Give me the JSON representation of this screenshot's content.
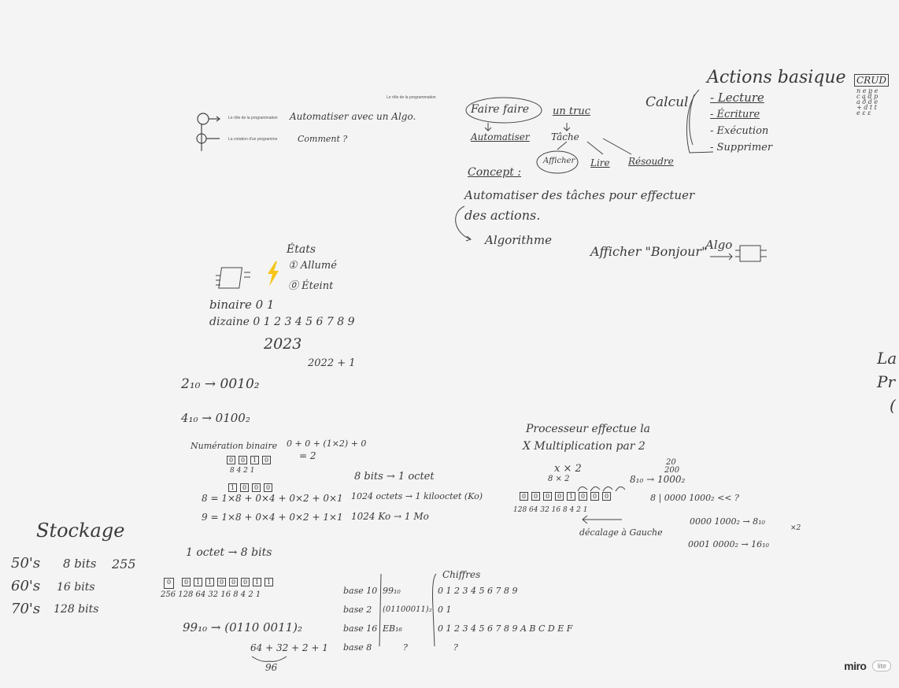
{
  "app": {
    "logo": "miro",
    "plan": "lite"
  },
  "diagram": {
    "node1_label": "Le rôle de la programmation",
    "node2_label": "La création d'un programme",
    "node1_note": "Automatiser avec un Algo.",
    "node2_note": "Comment ?",
    "top_label": "Le rôle de la programmation"
  },
  "notes": {
    "faire": "Faire faire",
    "untruc": "un truc",
    "automatiser": "Automatiser",
    "tache": "Tâche",
    "afficher": "Afficher",
    "lire": "Lire",
    "resoudre": "Résoudre",
    "calcul": "Calcul",
    "concept": "Concept :",
    "concept_line1": "Automatiser des tâches pour effectuer",
    "concept_line2": "des actions.",
    "algorithme": "Algorithme",
    "afficher_bonjour": "Afficher \"Bonjour\"",
    "algo": "Algo",
    "actions_title": "Actions basique",
    "crud": "CRUD",
    "crud_words": "n e p e / c a d p / ...",
    "actions": [
      "- Lecture",
      "- Écriture",
      "- Exécution",
      "- Supprimer"
    ],
    "etats": "États",
    "allume": "① Allumé",
    "eteint": "⓪ Éteint",
    "binaire": "binaire 0 1",
    "decimale": "dizaine 0 1 2 3 4 5 6 7 8 9",
    "year": "2023",
    "year_calc": "2022 + 1",
    "ex2": "2₁₀ → 0010₂",
    "ex4": "4₁₀ → 0100₂",
    "numeration": "Numération binaire",
    "sum": "0 + 0 + (1×2) + 0",
    "eq2": "= 2",
    "bits_row": [
      "0",
      "0",
      "1",
      "0"
    ],
    "weights_row": "8   4   2   1",
    "bit_row2": [
      "1",
      "0",
      "0",
      "0"
    ],
    "eight": "8 = 1×8 + 0×4 + 0×2 + 0×1",
    "nine": "9 = 1×8 + 0×4 + 0×2 + 1×1",
    "octet": "8 bits → 1 octet",
    "ko": "1024 octets → 1 kilooctet (Ko)",
    "mo": "1024 Ko → 1 Mo",
    "stockage": "Stockage",
    "s50": "50's",
    "s50_bits": "8 bits",
    "s50_val": "255",
    "s60": "60's",
    "s60_bits": "16 bits",
    "s70": "70's",
    "s70_bits": "128 bits",
    "un_octet": "1 octet → 8 bits",
    "byte_boxes": [
      "0",
      "0",
      "1",
      "1",
      "0",
      "0",
      "0",
      "1",
      "1"
    ],
    "byte_weights": "256 128 64 32 16 8 4 2 1",
    "ninetynine": "99₁₀ → (0110 0011)₂",
    "ninetynine_sum": "64 + 32 + 2 + 1",
    "ninetysix": "96",
    "bases": [
      "base 10",
      "base 2",
      "base 16",
      "base 8"
    ],
    "base_vals": [
      "99₁₀",
      "(01100011)₂",
      "EB₁₆",
      "?"
    ],
    "chiffres_title": "Chiffres",
    "chiffres": [
      "0 1 2 3 4 5 6 7 8 9",
      "0 1",
      "0 1 2 3 4 5 6 7 8 9 A B C D E F",
      "?"
    ],
    "processeur_l1": "Processeur effectue la",
    "processeur_l2": "X Multiplication par 2",
    "xx2": "x × 2",
    "xx2b": "8 × 2",
    "v20": "20",
    "v200": "200",
    "eight_bin": "8₁₀ → 1000₂",
    "shift_boxes": [
      "0",
      "0",
      "0",
      "0",
      "1",
      "0",
      "0",
      "0"
    ],
    "shift_weights": "128 64 32 16 8 4 2 1",
    "shift_note": "8 | 0000 1000₂  <<  ?",
    "decalage": "décalage à Gauche",
    "shift1": "0000 1000₂ → 8₁₀",
    "shift2": "0001 0000₂ → 16₁₀",
    "x2": "×2",
    "right_edge": [
      "La",
      "Pr",
      "("
    ]
  }
}
